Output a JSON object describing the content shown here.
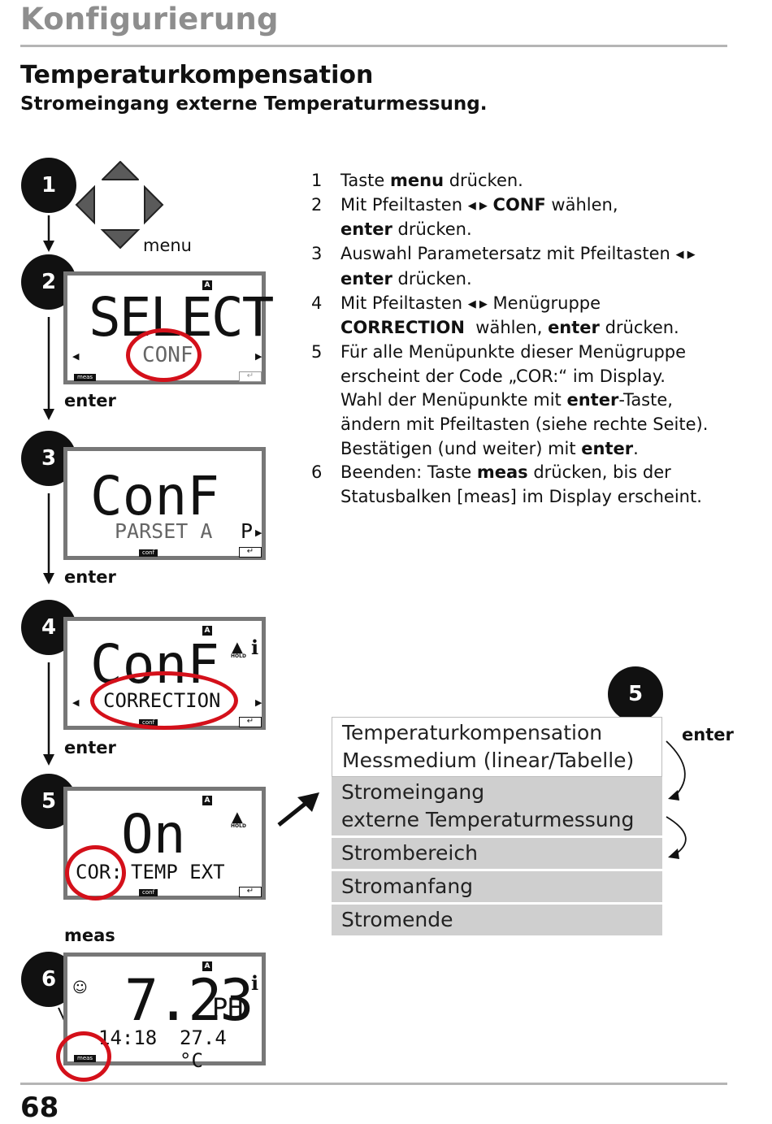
{
  "header": {
    "section": "Konfigurierung",
    "title": "Temperaturkompensation",
    "subtitle": "Stromeingang externe Temperaturmessung."
  },
  "keypad": {
    "menu_label": "menu"
  },
  "displays": {
    "d2": {
      "main": "SELECT",
      "sub": "CONF",
      "status": "meas",
      "flag": "A"
    },
    "d3": {
      "main": "ConF",
      "sub": "PARSET A",
      "right": "P",
      "status": "conf"
    },
    "d4": {
      "main": "ConF",
      "sub": "CORRECTION",
      "status": "conf",
      "flag": "A",
      "hold": "HOLD",
      "info": "i"
    },
    "d5": {
      "main": "On",
      "code": "COR:",
      "sub": "TEMP EXT",
      "status": "conf",
      "flag": "A",
      "hold": "HOLD"
    },
    "d6": {
      "main": "7.23",
      "unit": "PH",
      "left": "14:18",
      "right": "27.4 °C",
      "status": "meas",
      "flag": "A",
      "info": "i"
    }
  },
  "labels": {
    "enter1": "enter",
    "enter2": "enter",
    "enter3": "enter",
    "meas": "meas",
    "enter_right": "enter"
  },
  "badges": [
    "1",
    "2",
    "3",
    "4",
    "5",
    "6",
    "5"
  ],
  "instructions": [
    {
      "n": "1",
      "parts": [
        "Taste ",
        "menu",
        " drücken."
      ]
    },
    {
      "n": "2",
      "a": "Mit Pfeiltasten",
      "b": "CONF",
      "c": "wählen,",
      "d": "enter",
      "e": " drücken."
    },
    {
      "n": "3",
      "a": "Auswahl Parametersatz mit Pfeiltasten",
      "d": "enter",
      "e": " drücken."
    },
    {
      "n": "4",
      "a": "Mit Pfeiltasten",
      "c": "Menügruppe",
      "b": "CORRECTION",
      "f": "  wählen, ",
      "d": "enter",
      "e": " drücken."
    },
    {
      "n": "5",
      "lines": [
        "Für alle Menüpunkte dieser Menügruppe",
        "erscheint der Code „COR:“ im Display."
      ],
      "w1": "Wahl der Menüpunkte mit ",
      "w2": "enter",
      "w3": "-Taste,",
      "l4": "ändern mit Pfeiltasten (siehe rechte Seite).",
      "b1": "Bestätigen (und weiter) mit ",
      "b2": "enter",
      "b3": "."
    },
    {
      "n": "6",
      "a": "Beenden: Taste ",
      "b": "meas",
      "c": " drücken, bis der",
      "l2": "Statusbalken [meas] im Display erscheint."
    }
  ],
  "menu_items": [
    {
      "line1": "Temperaturkompensation",
      "line2": "Messmedium (linear/Tabelle)"
    },
    {
      "line1": "Stromeingang",
      "line2": "externe Temperaturmessung"
    },
    {
      "line1": "Strombereich"
    },
    {
      "line1": "Stromanfang"
    },
    {
      "line1": "Stromende"
    }
  ],
  "page_number": "68"
}
